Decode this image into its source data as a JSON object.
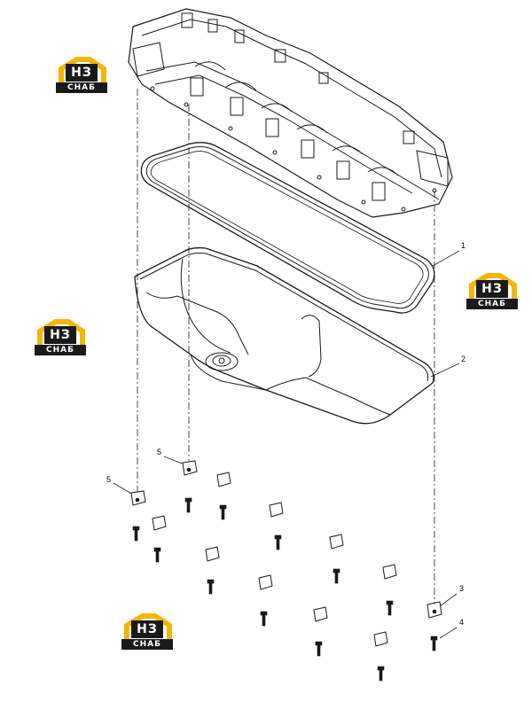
{
  "callouts": {
    "c1": "1",
    "c2": "2",
    "c3": "3",
    "c4": "4",
    "c5a": "5",
    "c5b": "5"
  },
  "watermark": {
    "letters": "НЗ",
    "word": "СНАБ",
    "accent_color": "#f2b705",
    "dark_color": "#1a1a1a"
  },
  "colors": {
    "line": "#1a1a1a",
    "background": "#ffffff"
  }
}
